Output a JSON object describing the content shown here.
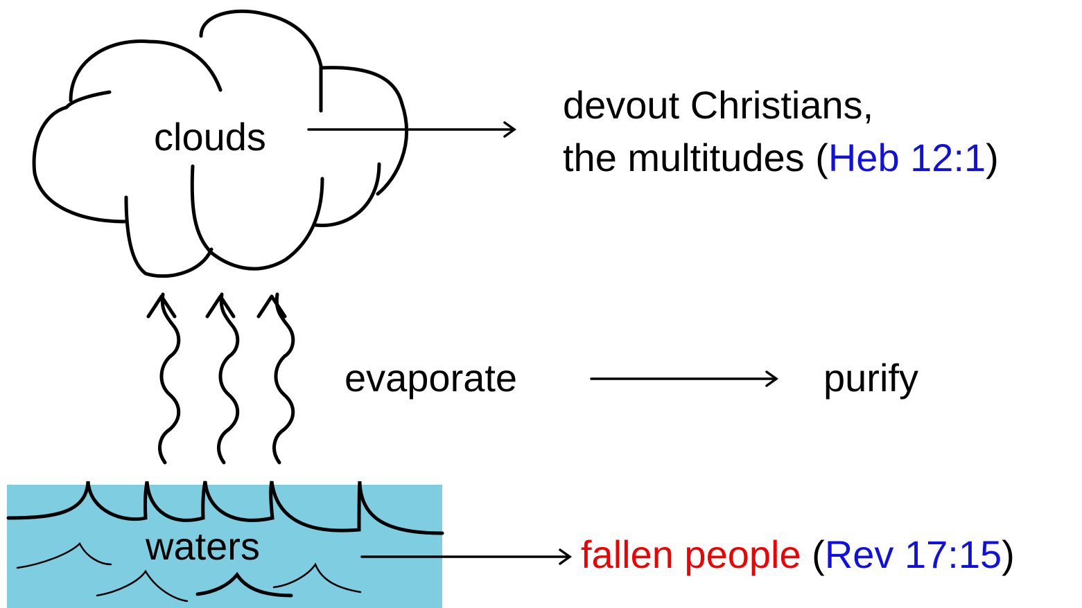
{
  "labels": {
    "clouds": "clouds",
    "waters": "waters",
    "evaporate": "evaporate",
    "purify": "purify",
    "devout_line1": "devout Christians,",
    "devout_line2_text": "the multitudes",
    "devout_line2_ref": "Heb 12:1",
    "fallen_text": "fallen people",
    "fallen_ref": "Rev 17:15",
    "paren_open": " (",
    "paren_close": ")"
  },
  "colors": {
    "water_fill": "#7fcde0",
    "reference": "#1010e0",
    "fallen": "#f00000",
    "stroke": "#000000"
  }
}
